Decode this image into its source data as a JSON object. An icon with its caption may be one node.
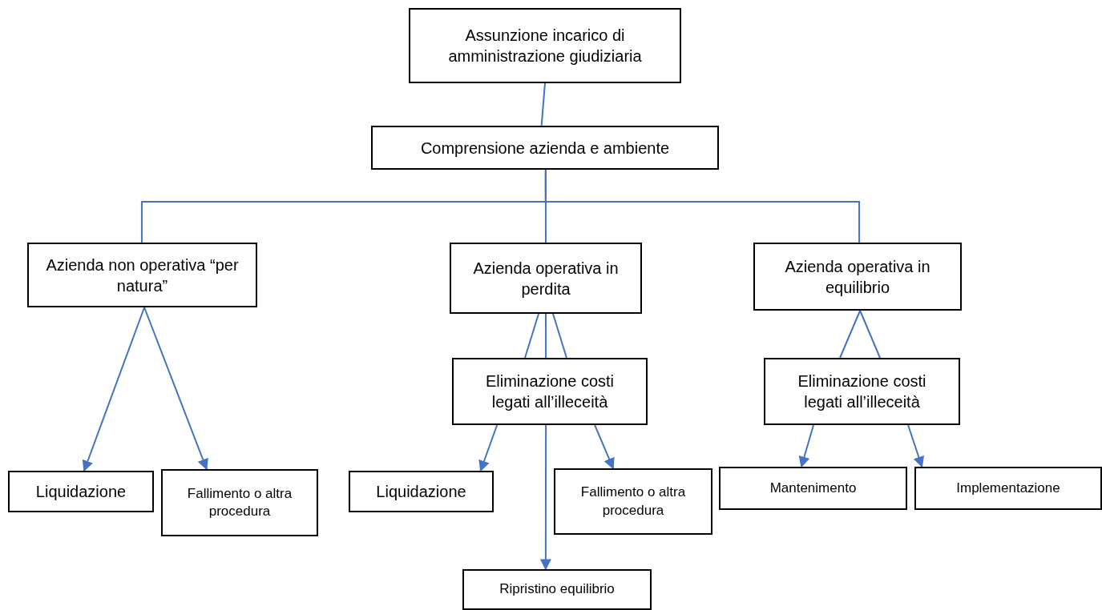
{
  "diagram": {
    "nodes": [
      {
        "text": [
          "Assunzione incarico di amministrazione giudiziaria"
        ]
      },
      {
        "text": [
          "Comprensione azienda e ambiente"
        ]
      },
      {
        "text": [
          "Azienda non operativa “per natura”"
        ]
      },
      {
        "text": [
          "Azienda operativa in perdita"
        ]
      },
      {
        "text": [
          "Azienda operativa in equilibrio"
        ]
      },
      {
        "text": [
          "Eliminazione costi legati all’illeceità"
        ]
      },
      {
        "text": [
          "Eliminazione costi legati all’illeceità"
        ]
      },
      {
        "text": [
          "Liquidazione"
        ]
      },
      {
        "text": [
          "Fallimento o altra procedura"
        ]
      },
      {
        "text": [
          "Liquidazione"
        ]
      },
      {
        "text": [
          "Fallimento o altra procedura"
        ]
      },
      {
        "text": [
          "Mantenimento"
        ]
      },
      {
        "text": [
          "Implementazione"
        ]
      },
      {
        "text": [
          "Ripristino equilibrio"
        ]
      }
    ],
    "edges": [
      {
        "from": 0,
        "to": 1,
        "arrow": "none"
      },
      {
        "from": 1,
        "to": 2,
        "arrow": "none"
      },
      {
        "from": 1,
        "to": 3,
        "arrow": "none"
      },
      {
        "from": 1,
        "to": 4,
        "arrow": "none"
      },
      {
        "from": 2,
        "to": 7,
        "arrow": "to"
      },
      {
        "from": 2,
        "to": 8,
        "arrow": "to"
      },
      {
        "from": 3,
        "to": 5,
        "arrow": "none"
      },
      {
        "from": 3,
        "to": 5,
        "arrow": "none"
      },
      {
        "from": 3,
        "to": 5,
        "arrow": "none"
      },
      {
        "from": 5,
        "to": 9,
        "arrow": "to"
      },
      {
        "from": 5,
        "to": 10,
        "arrow": "to"
      },
      {
        "from": 5,
        "to": 13,
        "arrow": "to"
      },
      {
        "from": 4,
        "to": 6,
        "arrow": "none"
      },
      {
        "from": 4,
        "to": 6,
        "arrow": "none"
      },
      {
        "from": 6,
        "to": 11,
        "arrow": "to"
      },
      {
        "from": 6,
        "to": 12,
        "arrow": "to"
      }
    ]
  }
}
